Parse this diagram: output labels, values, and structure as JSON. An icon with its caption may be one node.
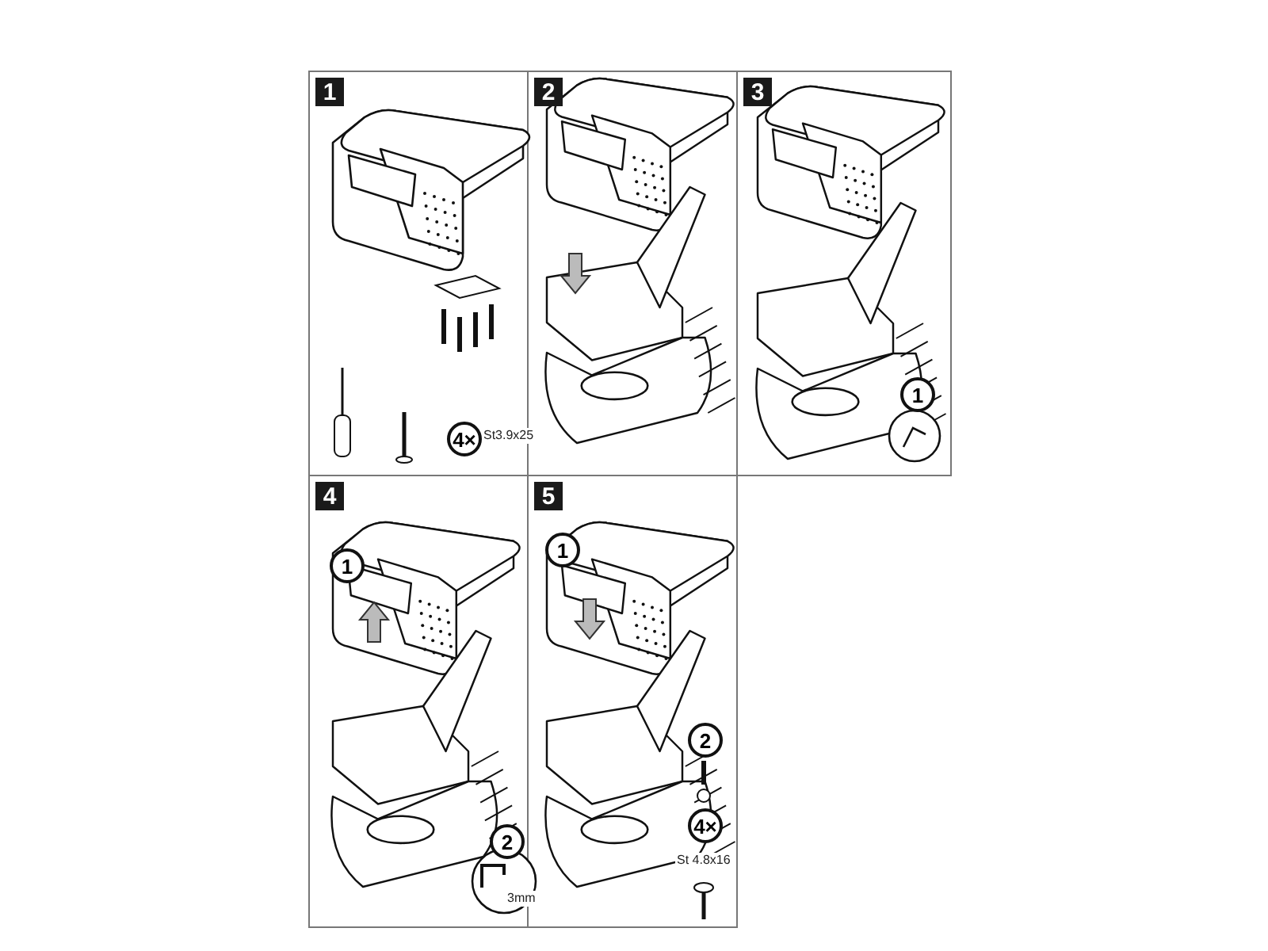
{
  "diagram": {
    "labels": [
      "1",
      "4×",
      "St3.9x25",
      "2",
      "3",
      "1",
      "4",
      "1",
      "2",
      "3mm",
      "5",
      "1",
      "2",
      "4×",
      "St 4.8x16"
    ]
  }
}
